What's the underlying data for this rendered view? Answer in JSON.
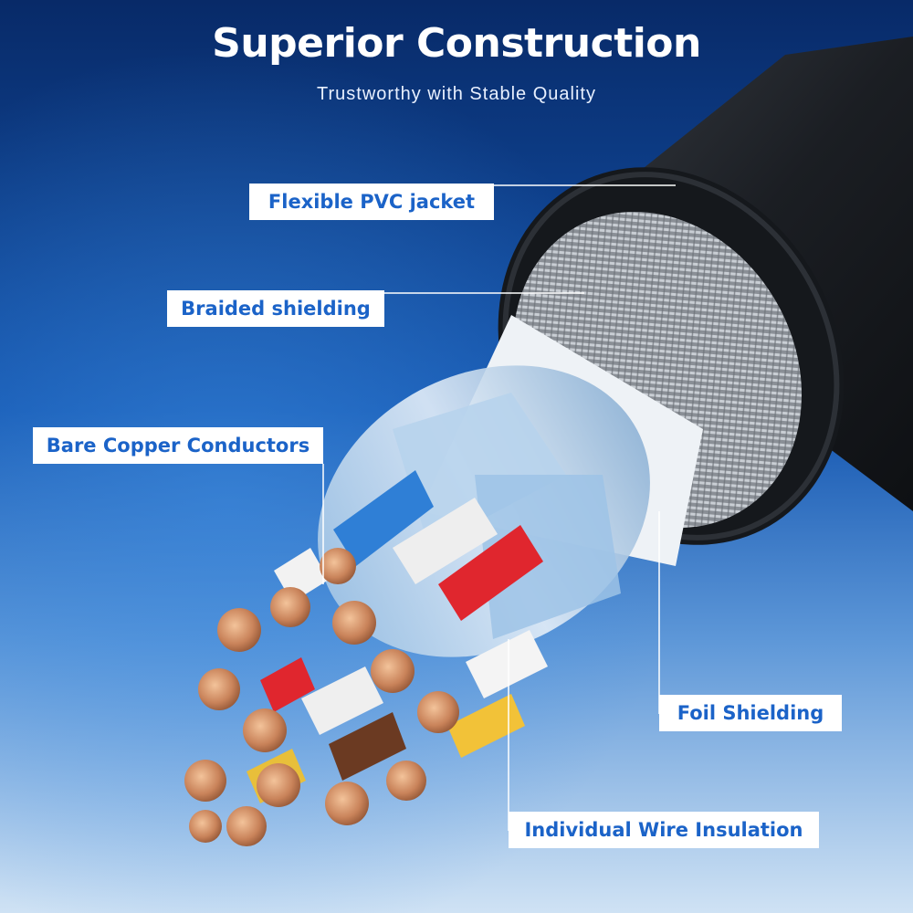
{
  "header": {
    "title": "Superior Construction",
    "subtitle": "Trustworthy with Stable Quality"
  },
  "callouts": {
    "jacket": "Flexible PVC jacket",
    "braided": "Braided shielding",
    "copper": "Bare Copper Conductors",
    "foil": "Foil Shielding",
    "wire_insulation": "Individual Wire Insulation"
  },
  "colors": {
    "label_text": "#1b63c8",
    "label_bg": "#ffffff",
    "background_top": "#0a2f73",
    "background_bottom": "#c9def2",
    "jacket": "#1c1f24",
    "copper": "#c98a5c",
    "wire_blue": "#2f7fd6",
    "wire_red": "#e0262e",
    "wire_white": "#eeeeee",
    "wire_yellow": "#f2c238",
    "wire_brown": "#6b3a22"
  }
}
